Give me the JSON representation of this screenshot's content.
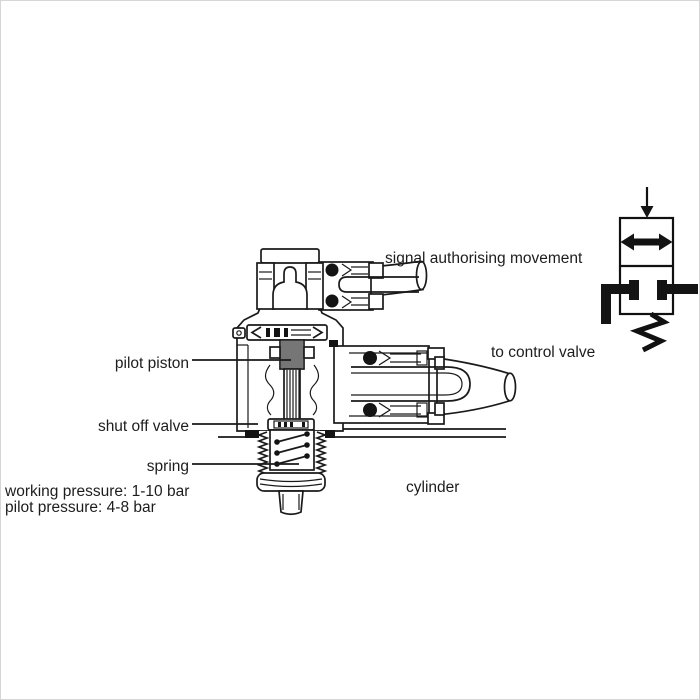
{
  "page": {
    "background": "#ffffff",
    "line_color": "#1a1a1a",
    "border_color": "#d6d6d6"
  },
  "diagram": {
    "labels": {
      "signal": "signal authorising movement",
      "to_control_valve": "to control valve",
      "pilot_piston": "pilot piston",
      "shut_off_valve": "shut off valve",
      "spring": "spring",
      "cylinder": "cylinder"
    },
    "specs": {
      "working_pressure": "working pressure: 1-10 bar",
      "pilot_pressure": "pilot pressure: 4-8 bar"
    },
    "symbol": {
      "icons": [
        "pilot-signal-arrow-icon",
        "flow-double-arrow-icon",
        "blocked-port-icon",
        "spring-return-icon"
      ]
    }
  }
}
